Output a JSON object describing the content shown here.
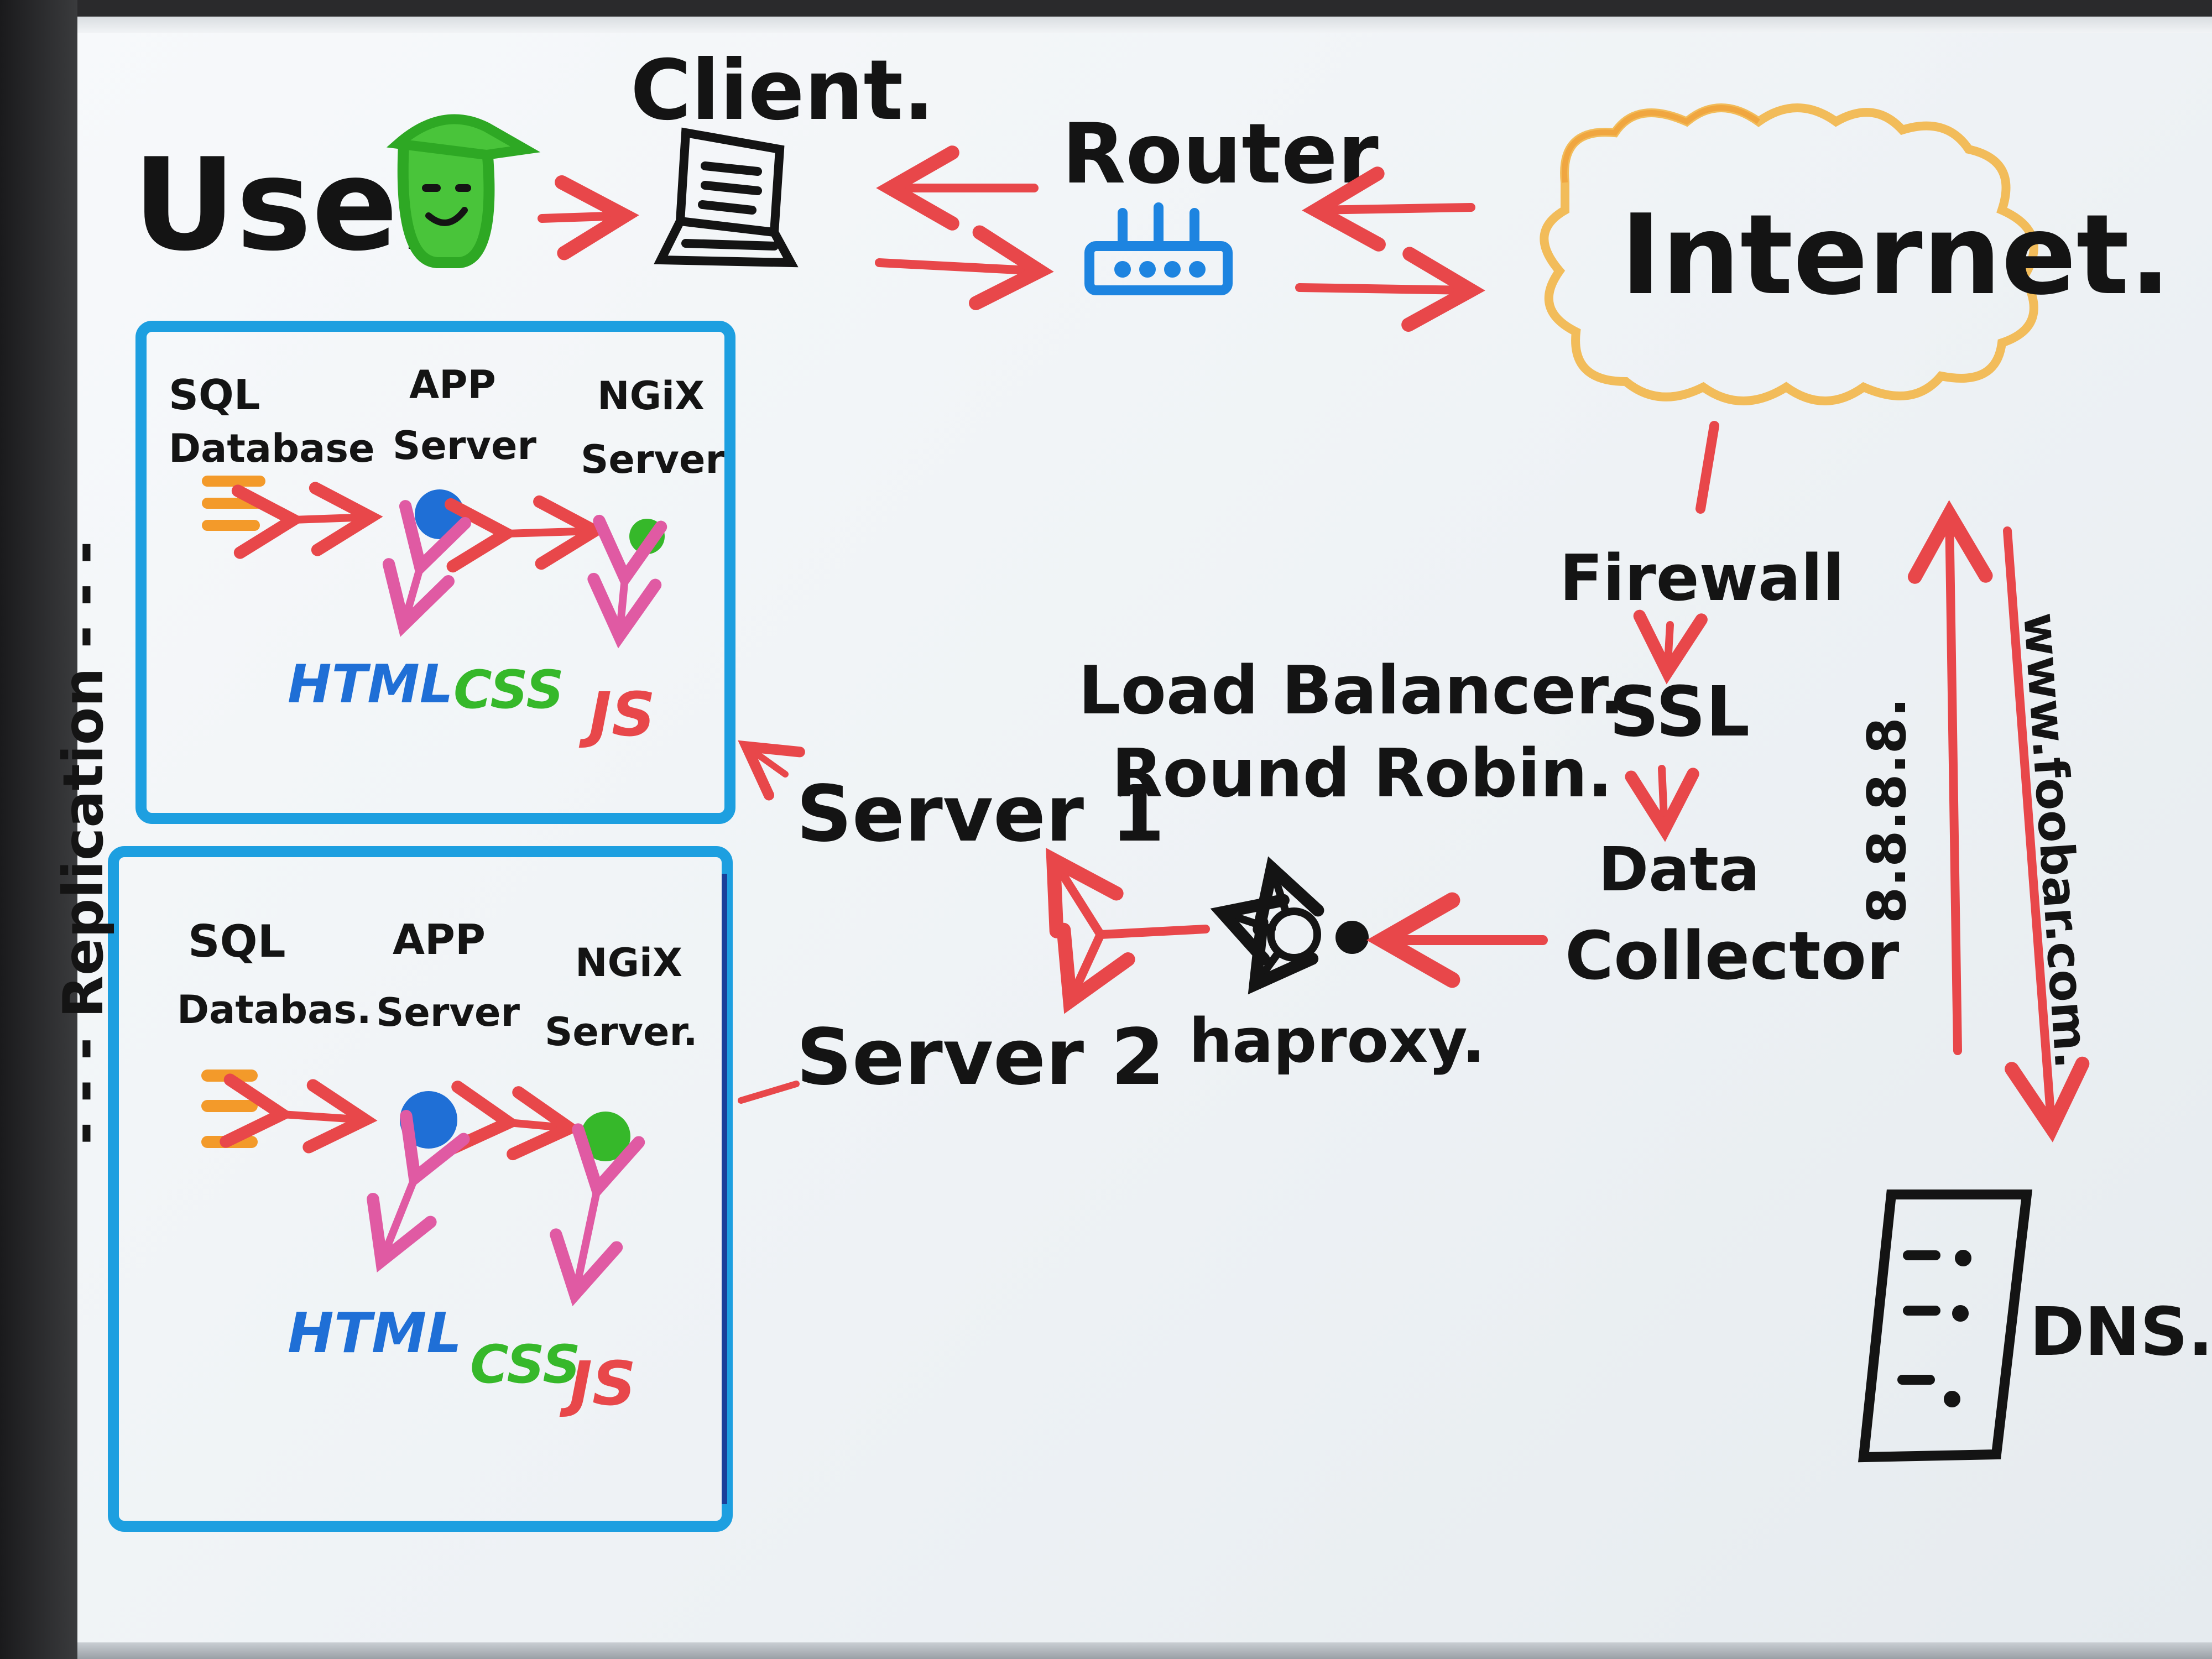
{
  "top": {
    "user": "User",
    "client": "Client.",
    "router": "Router",
    "internet": "Internet."
  },
  "servers": [
    {
      "sql": [
        "SQL",
        "Database"
      ],
      "app": [
        "APP",
        "Server"
      ],
      "nginx": [
        "NGiX",
        "Server"
      ],
      "html": "HTML",
      "css": "CSS",
      "js": "JS"
    },
    {
      "sql": [
        "SQL",
        "Databas."
      ],
      "app": [
        "APP",
        "Server"
      ],
      "nginx": [
        "NGiX",
        "Server."
      ],
      "html": "HTML",
      "css": "CSS",
      "js": "JS"
    }
  ],
  "replication": "- - - Replication - - -",
  "server1": "Server 1",
  "server2": "Server 2",
  "load_balancer": [
    "Load Balancer.",
    "Round Robin."
  ],
  "haproxy": "haproxy.",
  "pipeline": {
    "firewall": "Firewall",
    "ssl": "SSL",
    "data_collector": [
      "Data",
      "Collector"
    ]
  },
  "dns": {
    "ip": "8.8.8.8.",
    "domain": "www.foobar.com.",
    "label": "DNS."
  },
  "colors": {
    "ink": "#141414",
    "arrow": "#e8474a",
    "box": "#1d9fe0",
    "blue": "#1f6fd6",
    "green": "#36b82a",
    "orange": "#f39a2a",
    "pink": "#e05aa3",
    "cloud": "#f2bc5a"
  }
}
